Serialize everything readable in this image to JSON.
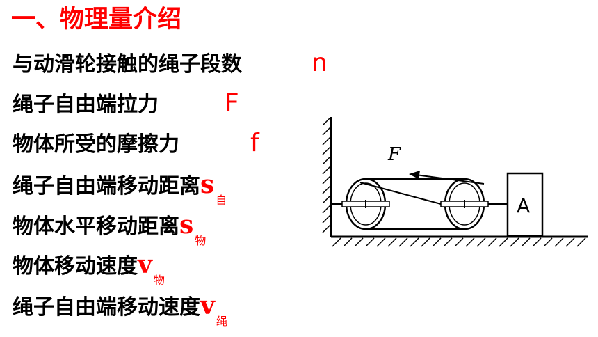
{
  "title": "一、物理量介绍",
  "rows": [
    {
      "label": "与动滑轮接触的绳子段数",
      "symbol": "n",
      "subscript": ""
    },
    {
      "label": "绳子自由端拉力",
      "symbol": "F",
      "subscript": ""
    },
    {
      "label": "物体所受的摩擦力",
      "symbol": "f",
      "subscript": ""
    },
    {
      "label": "绳子自由端移动距离",
      "symbol": "s",
      "subscript": "自"
    },
    {
      "label": "物体水平移动距离",
      "symbol": "s",
      "subscript": "物"
    },
    {
      "label": "物体移动速度",
      "symbol": "v",
      "subscript": "物"
    },
    {
      "label": "绳子自由端移动速度",
      "symbol": "v",
      "subscript": "绳"
    }
  ],
  "diagram": {
    "force_label": "F",
    "block_label": "A"
  },
  "colors": {
    "accent": "#ff0000",
    "text": "#000000"
  }
}
